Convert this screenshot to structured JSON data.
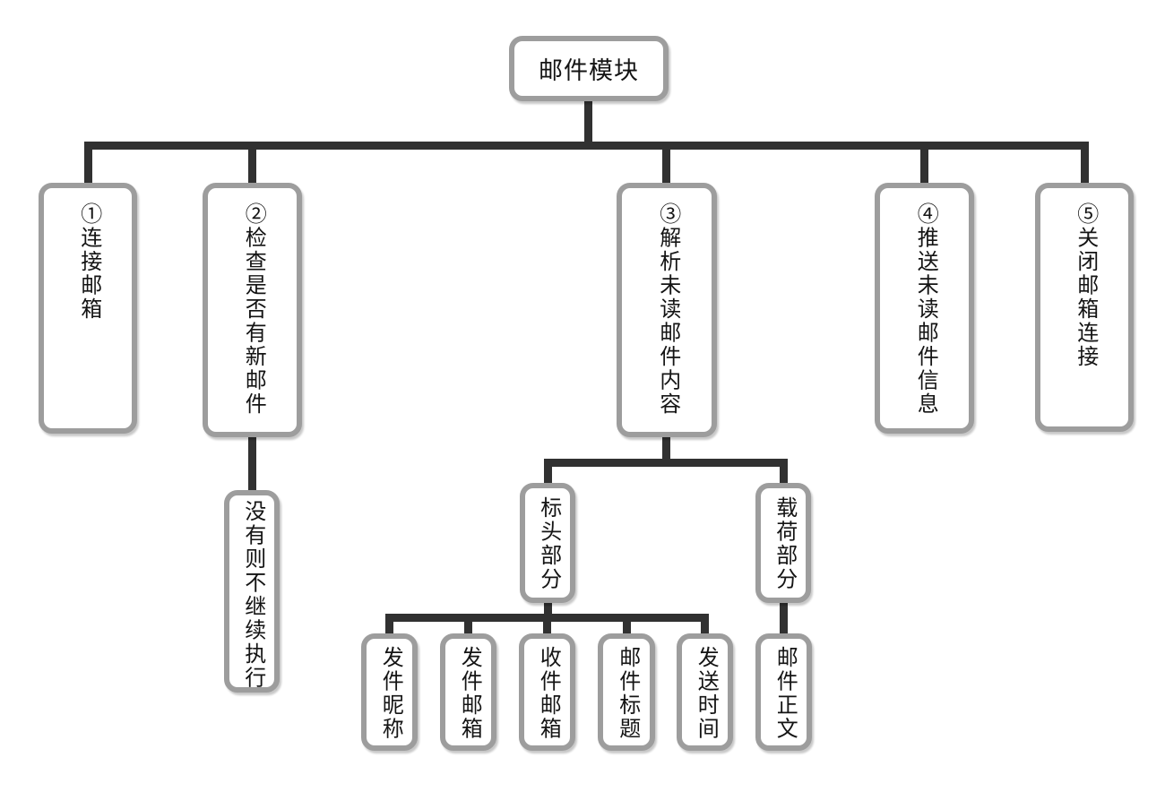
{
  "colors": {
    "background": "#ffffff",
    "box_fill": "#ffffff",
    "box_border": "#9d9d9d",
    "connector": "#313131",
    "text": "#141414"
  },
  "diagram": {
    "root": {
      "label": "邮件模块"
    },
    "steps": [
      {
        "num": "①",
        "label": "连接邮箱"
      },
      {
        "num": "②",
        "label": "检查是否有新邮件"
      },
      {
        "num": "③",
        "label": "解析未读邮件内容"
      },
      {
        "num": "④",
        "label": "推送未读邮件信息"
      },
      {
        "num": "⑤",
        "label": "关闭邮箱连接"
      }
    ],
    "step2_note": {
      "label": "没有则不继续执行"
    },
    "parse_parts": [
      {
        "label": "标头部分"
      },
      {
        "label": "载荷部分"
      }
    ],
    "header_fields": [
      {
        "label": "发件昵称"
      },
      {
        "label": "发件邮箱"
      },
      {
        "label": "收件邮箱"
      },
      {
        "label": "邮件标题"
      },
      {
        "label": "发送时间"
      }
    ],
    "payload_fields": [
      {
        "label": "邮件正文"
      }
    ]
  }
}
